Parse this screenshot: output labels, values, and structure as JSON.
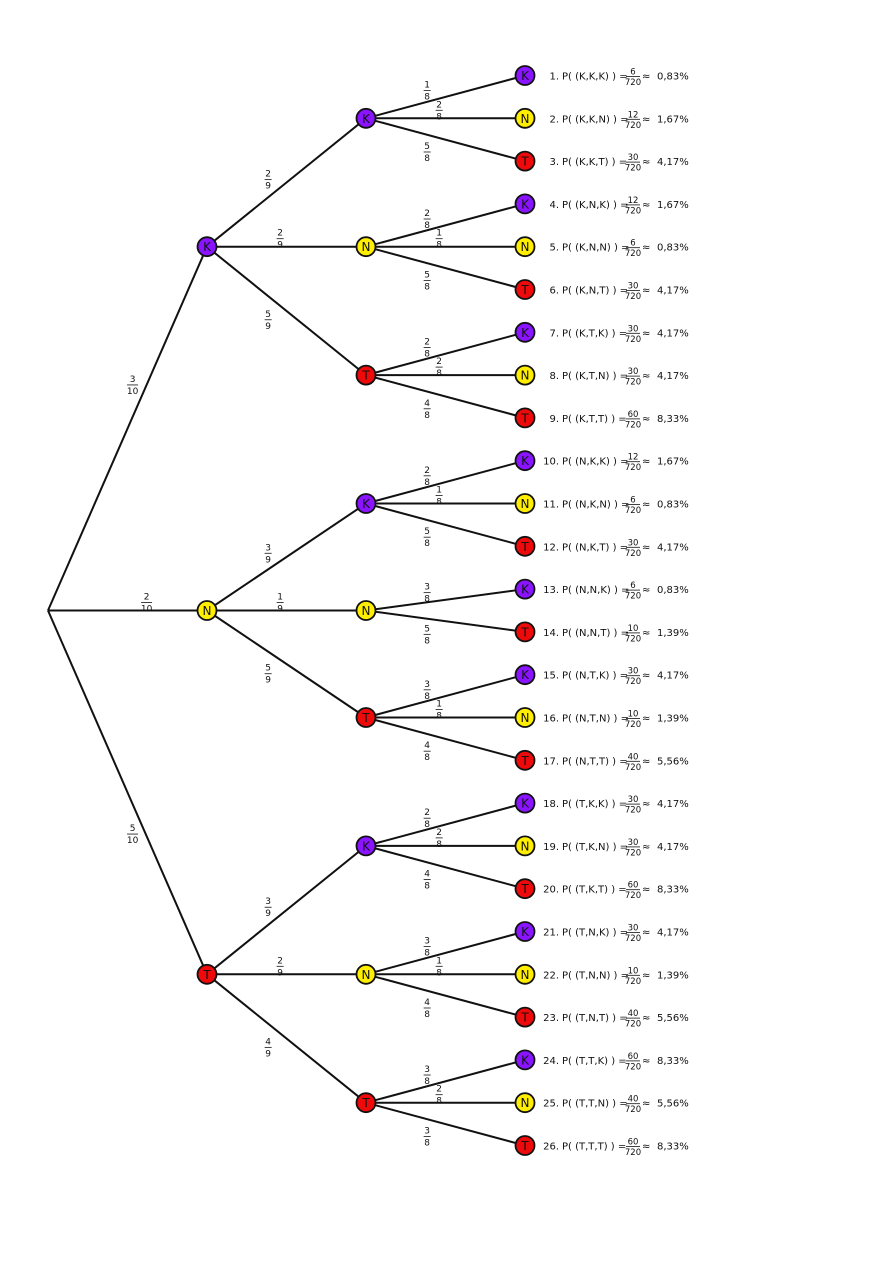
{
  "colors": {
    "K": "#8a14ff",
    "N": "#ffee00",
    "T": "#ee0a0a"
  },
  "tree": {
    "children": [
      {
        "label": "K",
        "p": "3/10",
        "children": [
          {
            "label": "K",
            "p": "2/9",
            "children": [
              {
                "label": "K",
                "p": "1/8"
              },
              {
                "label": "N",
                "p": "2/8"
              },
              {
                "label": "T",
                "p": "5/8"
              }
            ]
          },
          {
            "label": "N",
            "p": "2/9",
            "children": [
              {
                "label": "K",
                "p": "2/8"
              },
              {
                "label": "N",
                "p": "1/8"
              },
              {
                "label": "T",
                "p": "5/8"
              }
            ]
          },
          {
            "label": "T",
            "p": "5/9",
            "children": [
              {
                "label": "K",
                "p": "2/8"
              },
              {
                "label": "N",
                "p": "2/8"
              },
              {
                "label": "T",
                "p": "4/8"
              }
            ]
          }
        ]
      },
      {
        "label": "N",
        "p": "2/10",
        "children": [
          {
            "label": "K",
            "p": "3/9",
            "children": [
              {
                "label": "K",
                "p": "2/8"
              },
              {
                "label": "N",
                "p": "1/8"
              },
              {
                "label": "T",
                "p": "5/8"
              }
            ]
          },
          {
            "label": "N",
            "p": "1/9",
            "children": [
              {
                "label": "K",
                "p": "3/8"
              },
              {
                "label": "T",
                "p": "5/8"
              }
            ]
          },
          {
            "label": "T",
            "p": "5/9",
            "children": [
              {
                "label": "K",
                "p": "3/8"
              },
              {
                "label": "N",
                "p": "1/8"
              },
              {
                "label": "T",
                "p": "4/8"
              }
            ]
          }
        ]
      },
      {
        "label": "T",
        "p": "5/10",
        "children": [
          {
            "label": "K",
            "p": "3/9",
            "children": [
              {
                "label": "K",
                "p": "2/8"
              },
              {
                "label": "N",
                "p": "2/8"
              },
              {
                "label": "T",
                "p": "4/8"
              }
            ]
          },
          {
            "label": "N",
            "p": "2/9",
            "children": [
              {
                "label": "K",
                "p": "3/8"
              },
              {
                "label": "N",
                "p": "1/8"
              },
              {
                "label": "T",
                "p": "4/8"
              }
            ]
          },
          {
            "label": "T",
            "p": "4/9",
            "children": [
              {
                "label": "K",
                "p": "3/8"
              },
              {
                "label": "N",
                "p": "2/8"
              },
              {
                "label": "T",
                "p": "3/8"
              }
            ]
          }
        ]
      }
    ]
  },
  "results": [
    {
      "n": "1.",
      "outcome": "(K,K,K)",
      "num": "6",
      "den": "720",
      "approx": "0,83%"
    },
    {
      "n": "2.",
      "outcome": "(K,K,N)",
      "num": "12",
      "den": "720",
      "approx": "1,67%"
    },
    {
      "n": "3.",
      "outcome": "(K,K,T)",
      "num": "30",
      "den": "720",
      "approx": "4,17%"
    },
    {
      "n": "4.",
      "outcome": "(K,N,K)",
      "num": "12",
      "den": "720",
      "approx": "1,67%"
    },
    {
      "n": "5.",
      "outcome": "(K,N,N)",
      "num": "6",
      "den": "720",
      "approx": "0,83%"
    },
    {
      "n": "6.",
      "outcome": "(K,N,T)",
      "num": "30",
      "den": "720",
      "approx": "4,17%"
    },
    {
      "n": "7.",
      "outcome": "(K,T,K)",
      "num": "30",
      "den": "720",
      "approx": "4,17%"
    },
    {
      "n": "8.",
      "outcome": "(K,T,N)",
      "num": "30",
      "den": "720",
      "approx": "4,17%"
    },
    {
      "n": "9.",
      "outcome": "(K,T,T)",
      "num": "60",
      "den": "720",
      "approx": "8,33%"
    },
    {
      "n": "10.",
      "outcome": "(N,K,K)",
      "num": "12",
      "den": "720",
      "approx": "1,67%"
    },
    {
      "n": "11.",
      "outcome": "(N,K,N)",
      "num": "6",
      "den": "720",
      "approx": "0,83%"
    },
    {
      "n": "12.",
      "outcome": "(N,K,T)",
      "num": "30",
      "den": "720",
      "approx": "4,17%"
    },
    {
      "n": "13.",
      "outcome": "(N,N,K)",
      "num": "6",
      "den": "720",
      "approx": "0,83%"
    },
    {
      "n": "14.",
      "outcome": "(N,N,T)",
      "num": "10",
      "den": "720",
      "approx": "1,39%"
    },
    {
      "n": "15.",
      "outcome": "(N,T,K)",
      "num": "30",
      "den": "720",
      "approx": "4,17%"
    },
    {
      "n": "16.",
      "outcome": "(N,T,N)",
      "num": "10",
      "den": "720",
      "approx": "1,39%"
    },
    {
      "n": "17.",
      "outcome": "(N,T,T)",
      "num": "40",
      "den": "720",
      "approx": "5,56%"
    },
    {
      "n": "18.",
      "outcome": "(T,K,K)",
      "num": "30",
      "den": "720",
      "approx": "4,17%"
    },
    {
      "n": "19.",
      "outcome": "(T,K,N)",
      "num": "30",
      "den": "720",
      "approx": "4,17%"
    },
    {
      "n": "20.",
      "outcome": "(T,K,T)",
      "num": "60",
      "den": "720",
      "approx": "8,33%"
    },
    {
      "n": "21.",
      "outcome": "(T,N,K)",
      "num": "30",
      "den": "720",
      "approx": "4,17%"
    },
    {
      "n": "22.",
      "outcome": "(T,N,N)",
      "num": "10",
      "den": "720",
      "approx": "1,39%"
    },
    {
      "n": "23.",
      "outcome": "(T,N,T)",
      "num": "40",
      "den": "720",
      "approx": "5,56%"
    },
    {
      "n": "24.",
      "outcome": "(T,T,K)",
      "num": "60",
      "den": "720",
      "approx": "8,33%"
    },
    {
      "n": "25.",
      "outcome": "(T,T,N)",
      "num": "40",
      "den": "720",
      "approx": "5,56%"
    },
    {
      "n": "26.",
      "outcome": "(T,T,T)",
      "num": "60",
      "den": "720",
      "approx": "8,33%"
    }
  ]
}
